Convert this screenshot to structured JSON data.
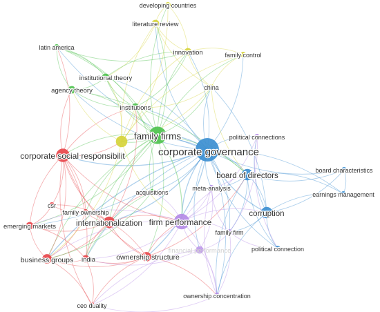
{
  "network": {
    "cluster_colors": {
      "red": "#e8474c",
      "green": "#4fc24f",
      "blue": "#3d8fd1",
      "yellow": "#d6d43b",
      "purple": "#b48be6"
    },
    "nodes": [
      {
        "id": "corporate-governance",
        "label": "corporate governance",
        "cluster": "blue",
        "weight": 10
      },
      {
        "id": "family-firms",
        "label": "family firms",
        "cluster": "green",
        "weight": 7
      },
      {
        "id": "csr",
        "label": "corporate social responsibilit",
        "cluster": "red",
        "weight": 5
      },
      {
        "id": "firm-performance",
        "label": "firm performance",
        "cluster": "purple",
        "weight": 6
      },
      {
        "id": "internationalization",
        "label": "internationalization",
        "cluster": "red",
        "weight": 4
      },
      {
        "id": "board-of-directors",
        "label": "board of directors",
        "cluster": "blue",
        "weight": 4
      },
      {
        "id": "corruption",
        "label": "corruption",
        "cluster": "blue",
        "weight": 4
      },
      {
        "id": "business-groups",
        "label": "business groups",
        "cluster": "red",
        "weight": 3
      },
      {
        "id": "ownership-structure",
        "label": "ownership structure",
        "cluster": "red",
        "weight": 3
      },
      {
        "id": "india",
        "label": "india",
        "cluster": "red",
        "weight": 2
      },
      {
        "id": "emerging-markets",
        "label": "emerging markets",
        "cluster": "red",
        "weight": 2
      },
      {
        "id": "csr-short",
        "label": "csr",
        "cluster": "red",
        "weight": 1
      },
      {
        "id": "family-ownership",
        "label": "family ownership",
        "cluster": "red",
        "weight": 1
      },
      {
        "id": "ceo-duality",
        "label": "ceo duality",
        "cluster": "red",
        "weight": 1
      },
      {
        "id": "developing-countries",
        "label": "developing countries",
        "cluster": "yellow",
        "weight": 1
      },
      {
        "id": "literature-review",
        "label": "literature review",
        "cluster": "yellow",
        "weight": 2
      },
      {
        "id": "innovation",
        "label": "innovation",
        "cluster": "yellow",
        "weight": 2
      },
      {
        "id": "family-control",
        "label": "family control",
        "cluster": "yellow",
        "weight": 1
      },
      {
        "id": "china",
        "label": "china",
        "cluster": "yellow",
        "weight": 1
      },
      {
        "id": "yellow-hub",
        "label": "",
        "cluster": "yellow",
        "weight": 4
      },
      {
        "id": "latin-america",
        "label": "latin america",
        "cluster": "green",
        "weight": 1
      },
      {
        "id": "institutional-theory",
        "label": "institutional theory",
        "cluster": "green",
        "weight": 2
      },
      {
        "id": "agency-theory",
        "label": "agency theory",
        "cluster": "green",
        "weight": 2
      },
      {
        "id": "institutions",
        "label": "institutions",
        "cluster": "green",
        "weight": 2
      },
      {
        "id": "acquisitions",
        "label": "acquisitions",
        "cluster": "green",
        "weight": 1
      },
      {
        "id": "political-connections",
        "label": "political connections",
        "cluster": "purple",
        "weight": 1
      },
      {
        "id": "meta-analysis",
        "label": "meta-analysis",
        "cluster": "purple",
        "weight": 1
      },
      {
        "id": "family-firm",
        "label": "family firm",
        "cluster": "purple",
        "weight": 1
      },
      {
        "id": "financial-performance",
        "label": "financial performance",
        "cluster": "purple",
        "weight": 2,
        "faint": true
      },
      {
        "id": "ownership-concentration",
        "label": "ownership concentration",
        "cluster": "purple",
        "weight": 1
      },
      {
        "id": "board-characteristics",
        "label": "board characteristics",
        "cluster": "blue",
        "weight": 1
      },
      {
        "id": "earnings-management",
        "label": "earnings management",
        "cluster": "blue",
        "weight": 1
      },
      {
        "id": "political-connection",
        "label": "political connection",
        "cluster": "blue",
        "weight": 1
      }
    ],
    "links": [
      [
        "corporate-governance",
        "family-firms"
      ],
      [
        "corporate-governance",
        "csr"
      ],
      [
        "corporate-governance",
        "firm-performance"
      ],
      [
        "corporate-governance",
        "board-of-directors"
      ],
      [
        "corporate-governance",
        "corruption"
      ],
      [
        "corporate-governance",
        "ownership-structure"
      ],
      [
        "corporate-governance",
        "business-groups"
      ],
      [
        "corporate-governance",
        "internationalization"
      ],
      [
        "corporate-governance",
        "institutions"
      ],
      [
        "corporate-governance",
        "agency-theory"
      ],
      [
        "corporate-governance",
        "institutional-theory"
      ],
      [
        "corporate-governance",
        "latin-america"
      ],
      [
        "corporate-governance",
        "innovation"
      ],
      [
        "corporate-governance",
        "china"
      ],
      [
        "corporate-governance",
        "family-control"
      ],
      [
        "corporate-governance",
        "literature-review"
      ],
      [
        "corporate-governance",
        "board-characteristics"
      ],
      [
        "corporate-governance",
        "earnings-management"
      ],
      [
        "corporate-governance",
        "political-connection"
      ],
      [
        "corporate-governance",
        "political-connections"
      ],
      [
        "corporate-governance",
        "meta-analysis"
      ],
      [
        "corporate-governance",
        "family-firm"
      ],
      [
        "corporate-governance",
        "financial-performance"
      ],
      [
        "corporate-governance",
        "ownership-concentration"
      ],
      [
        "corporate-governance",
        "india"
      ],
      [
        "corporate-governance",
        "emerging-markets"
      ],
      [
        "corporate-governance",
        "yellow-hub"
      ],
      [
        "corporate-governance",
        "acquisitions"
      ],
      [
        "family-firms",
        "csr"
      ],
      [
        "family-firms",
        "firm-performance"
      ],
      [
        "family-firms",
        "internationalization"
      ],
      [
        "family-firms",
        "institutions"
      ],
      [
        "family-firms",
        "agency-theory"
      ],
      [
        "family-firms",
        "institutional-theory"
      ],
      [
        "family-firms",
        "latin-america"
      ],
      [
        "family-firms",
        "innovation"
      ],
      [
        "family-firms",
        "literature-review"
      ],
      [
        "family-firms",
        "developing-countries"
      ],
      [
        "family-firms",
        "china"
      ],
      [
        "family-firms",
        "family-control"
      ],
      [
        "family-firms",
        "business-groups"
      ],
      [
        "family-firms",
        "ownership-structure"
      ],
      [
        "family-firms",
        "india"
      ],
      [
        "family-firms",
        "emerging-markets"
      ],
      [
        "family-firms",
        "acquisitions"
      ],
      [
        "family-firms",
        "board-of-directors"
      ],
      [
        "family-firms",
        "family-ownership"
      ],
      [
        "family-firms",
        "yellow-hub"
      ],
      [
        "csr",
        "internationalization"
      ],
      [
        "csr",
        "business-groups"
      ],
      [
        "csr",
        "emerging-markets"
      ],
      [
        "csr",
        "india"
      ],
      [
        "csr",
        "ownership-structure"
      ],
      [
        "csr",
        "csr-short"
      ],
      [
        "csr",
        "firm-performance"
      ],
      [
        "csr",
        "agency-theory"
      ],
      [
        "csr",
        "latin-america"
      ],
      [
        "csr",
        "institutions"
      ],
      [
        "csr",
        "ceo-duality"
      ],
      [
        "csr",
        "family-ownership"
      ],
      [
        "csr",
        "yellow-hub"
      ],
      [
        "internationalization",
        "business-groups"
      ],
      [
        "internationalization",
        "india"
      ],
      [
        "internationalization",
        "emerging-markets"
      ],
      [
        "internationalization",
        "ownership-structure"
      ],
      [
        "internationalization",
        "firm-performance"
      ],
      [
        "internationalization",
        "institutions"
      ],
      [
        "internationalization",
        "family-ownership"
      ],
      [
        "internationalization",
        "csr-short"
      ],
      [
        "internationalization",
        "acquisitions"
      ],
      [
        "business-groups",
        "india"
      ],
      [
        "business-groups",
        "emerging-markets"
      ],
      [
        "business-groups",
        "ownership-structure"
      ],
      [
        "business-groups",
        "ceo-duality"
      ],
      [
        "business-groups",
        "family-ownership"
      ],
      [
        "ownership-structure",
        "firm-performance"
      ],
      [
        "ownership-structure",
        "ceo-duality"
      ],
      [
        "ownership-structure",
        "india"
      ],
      [
        "ownership-structure",
        "board-of-directors"
      ],
      [
        "ownership-structure",
        "ownership-concentration"
      ],
      [
        "ownership-structure",
        "family-ownership"
      ],
      [
        "firm-performance",
        "board-of-directors"
      ],
      [
        "firm-performance",
        "meta-analysis"
      ],
      [
        "firm-performance",
        "family-firm"
      ],
      [
        "firm-performance",
        "financial-performance"
      ],
      [
        "firm-performance",
        "ownership-concentration"
      ],
      [
        "firm-performance",
        "political-connections"
      ],
      [
        "firm-performance",
        "corruption"
      ],
      [
        "firm-performance",
        "acquisitions"
      ],
      [
        "firm-performance",
        "india"
      ],
      [
        "firm-performance",
        "business-groups"
      ],
      [
        "firm-performance",
        "ceo-duality"
      ],
      [
        "firm-performance",
        "emerging-markets"
      ],
      [
        "board-of-directors",
        "corruption"
      ],
      [
        "board-of-directors",
        "board-characteristics"
      ],
      [
        "board-of-directors",
        "earnings-management"
      ],
      [
        "board-of-directors",
        "political-connection"
      ],
      [
        "board-of-directors",
        "family-firm"
      ],
      [
        "board-of-directors",
        "ownership-concentration"
      ],
      [
        "board-of-directors",
        "meta-analysis"
      ],
      [
        "corruption",
        "political-connection"
      ],
      [
        "corruption",
        "earnings-management"
      ],
      [
        "corruption",
        "board-characteristics"
      ],
      [
        "corruption",
        "political-connections"
      ],
      [
        "corruption",
        "ownership-concentration"
      ],
      [
        "corruption",
        "family-firm"
      ],
      [
        "corruption",
        "china"
      ],
      [
        "yellow-hub",
        "literature-review"
      ],
      [
        "yellow-hub",
        "developing-countries"
      ],
      [
        "yellow-hub",
        "innovation"
      ],
      [
        "yellow-hub",
        "china"
      ],
      [
        "yellow-hub",
        "family-control"
      ],
      [
        "yellow-hub",
        "institutional-theory"
      ],
      [
        "yellow-hub",
        "agency-theory"
      ],
      [
        "yellow-hub",
        "institutions"
      ],
      [
        "yellow-hub",
        "business-groups"
      ],
      [
        "yellow-hub",
        "firm-performance"
      ],
      [
        "innovation",
        "family-control"
      ],
      [
        "innovation",
        "china"
      ],
      [
        "innovation",
        "literature-review"
      ],
      [
        "innovation",
        "developing-countries"
      ],
      [
        "literature-review",
        "developing-countries"
      ],
      [
        "literature-review",
        "china"
      ],
      [
        "literature-review",
        "institutional-theory"
      ],
      [
        "family-control",
        "china"
      ],
      [
        "china",
        "institutions"
      ],
      [
        "china",
        "board-of-directors"
      ],
      [
        "latin-america",
        "institutional-theory"
      ],
      [
        "latin-america",
        "agency-theory"
      ],
      [
        "latin-america",
        "institutions"
      ],
      [
        "latin-america",
        "innovation"
      ],
      [
        "institutional-theory",
        "agency-theory"
      ],
      [
        "institutional-theory",
        "institutions"
      ],
      [
        "institutional-theory",
        "innovation"
      ],
      [
        "agency-theory",
        "institutions"
      ],
      [
        "agency-theory",
        "board-of-directors"
      ],
      [
        "institutions",
        "innovation"
      ],
      [
        "institutions",
        "acquisitions"
      ],
      [
        "acquisitions",
        "india"
      ],
      [
        "acquisitions",
        "business-groups"
      ],
      [
        "political-connections",
        "political-connection"
      ],
      [
        "political-connections",
        "family-firm"
      ],
      [
        "meta-analysis",
        "family-firm"
      ],
      [
        "meta-analysis",
        "financial-performance"
      ],
      [
        "meta-analysis",
        "ownership-concentration"
      ],
      [
        "financial-performance",
        "ownership-concentration"
      ],
      [
        "financial-performance",
        "ceo-duality"
      ],
      [
        "financial-performance",
        "india"
      ],
      [
        "financial-performance",
        "family-firm"
      ],
      [
        "family-firm",
        "ownership-concentration"
      ],
      [
        "family-firm",
        "political-connection"
      ],
      [
        "ownership-concentration",
        "ceo-duality"
      ],
      [
        "earnings-management",
        "board-characteristics"
      ],
      [
        "emerging-markets",
        "india"
      ],
      [
        "emerging-markets",
        "csr-short"
      ],
      [
        "india",
        "ceo-duality"
      ],
      [
        "csr-short",
        "family-ownership"
      ]
    ]
  }
}
